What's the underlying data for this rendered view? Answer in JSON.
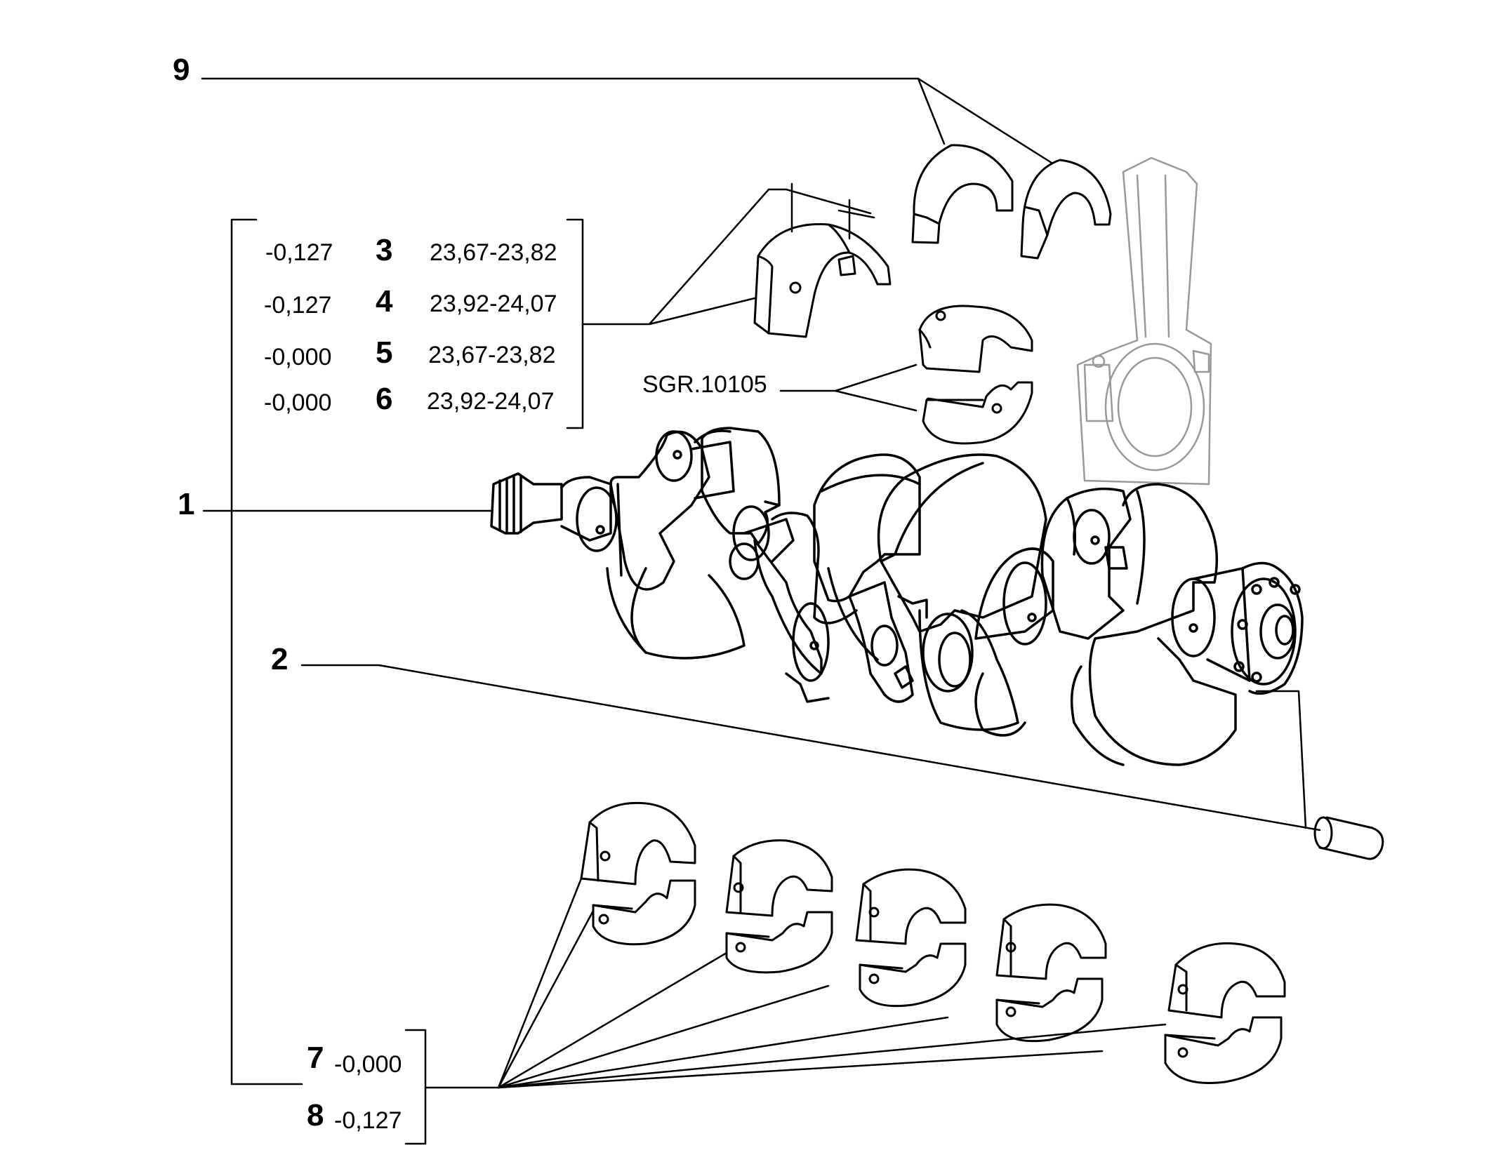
{
  "callouts": {
    "c1": "1",
    "c2": "2",
    "c9": "9",
    "c7": "7",
    "c8": "8"
  },
  "bearing_table": [
    {
      "undersize": "-0,127",
      "ref": "3",
      "thickness": "23,67-23,82"
    },
    {
      "undersize": "-0,127",
      "ref": "4",
      "thickness": "23,92-24,07"
    },
    {
      "undersize": "-0,000",
      "ref": "5",
      "thickness": "23,67-23,82"
    },
    {
      "undersize": "-0,000",
      "ref": "6",
      "thickness": "23,92-24,07"
    }
  ],
  "lower_table": [
    {
      "ref": "7",
      "undersize": "-0,000"
    },
    {
      "ref": "8",
      "undersize": "-0,127"
    }
  ],
  "code": "SGR.10105"
}
